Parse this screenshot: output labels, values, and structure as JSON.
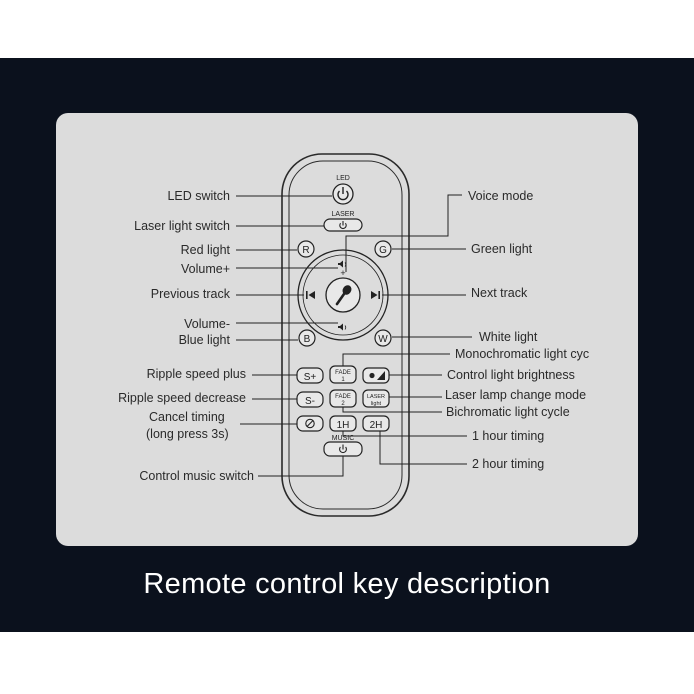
{
  "caption": "Remote control key description",
  "remote": {
    "led": "LED",
    "laser": "LASER",
    "music": "MUSIC",
    "r": "R",
    "g": "G",
    "b": "B",
    "w": "W",
    "s_plus": "S+",
    "s_minus": "S-",
    "fade1_top": "FADE",
    "fade1_num": "1",
    "fade2_top": "FADE",
    "fade2_num": "2",
    "laser_light_top": "LASER",
    "laser_light_bottom": "light",
    "h1": "1H",
    "h2": "2H"
  },
  "labels": {
    "led_switch": "LED switch",
    "laser_light_switch": "Laser light switch",
    "red_light": "Red light",
    "volume_up": "Volume+",
    "previous_track": "Previous track",
    "volume_down": "Volume-",
    "blue_light": "Blue light",
    "ripple_speed_plus": "Ripple speed plus",
    "ripple_speed_decrease": "Ripple speed decrease",
    "cancel_timing": "Cancel timing",
    "cancel_timing_note": "(long press 3s)",
    "control_music_switch": "Control music switch",
    "voice_mode": "Voice mode",
    "green_light": "Green light",
    "next_track": "Next  track",
    "white_light": "White light",
    "monochromatic": "Monochromatic light cyc",
    "control_light_brightness": "Control light brightness",
    "laser_lamp_change_mode": "Laser lamp change mode",
    "bichromatic": "Bichromatic light cycle",
    "one_hour": "1 hour timing",
    "two_hour": "2 hour timing"
  }
}
